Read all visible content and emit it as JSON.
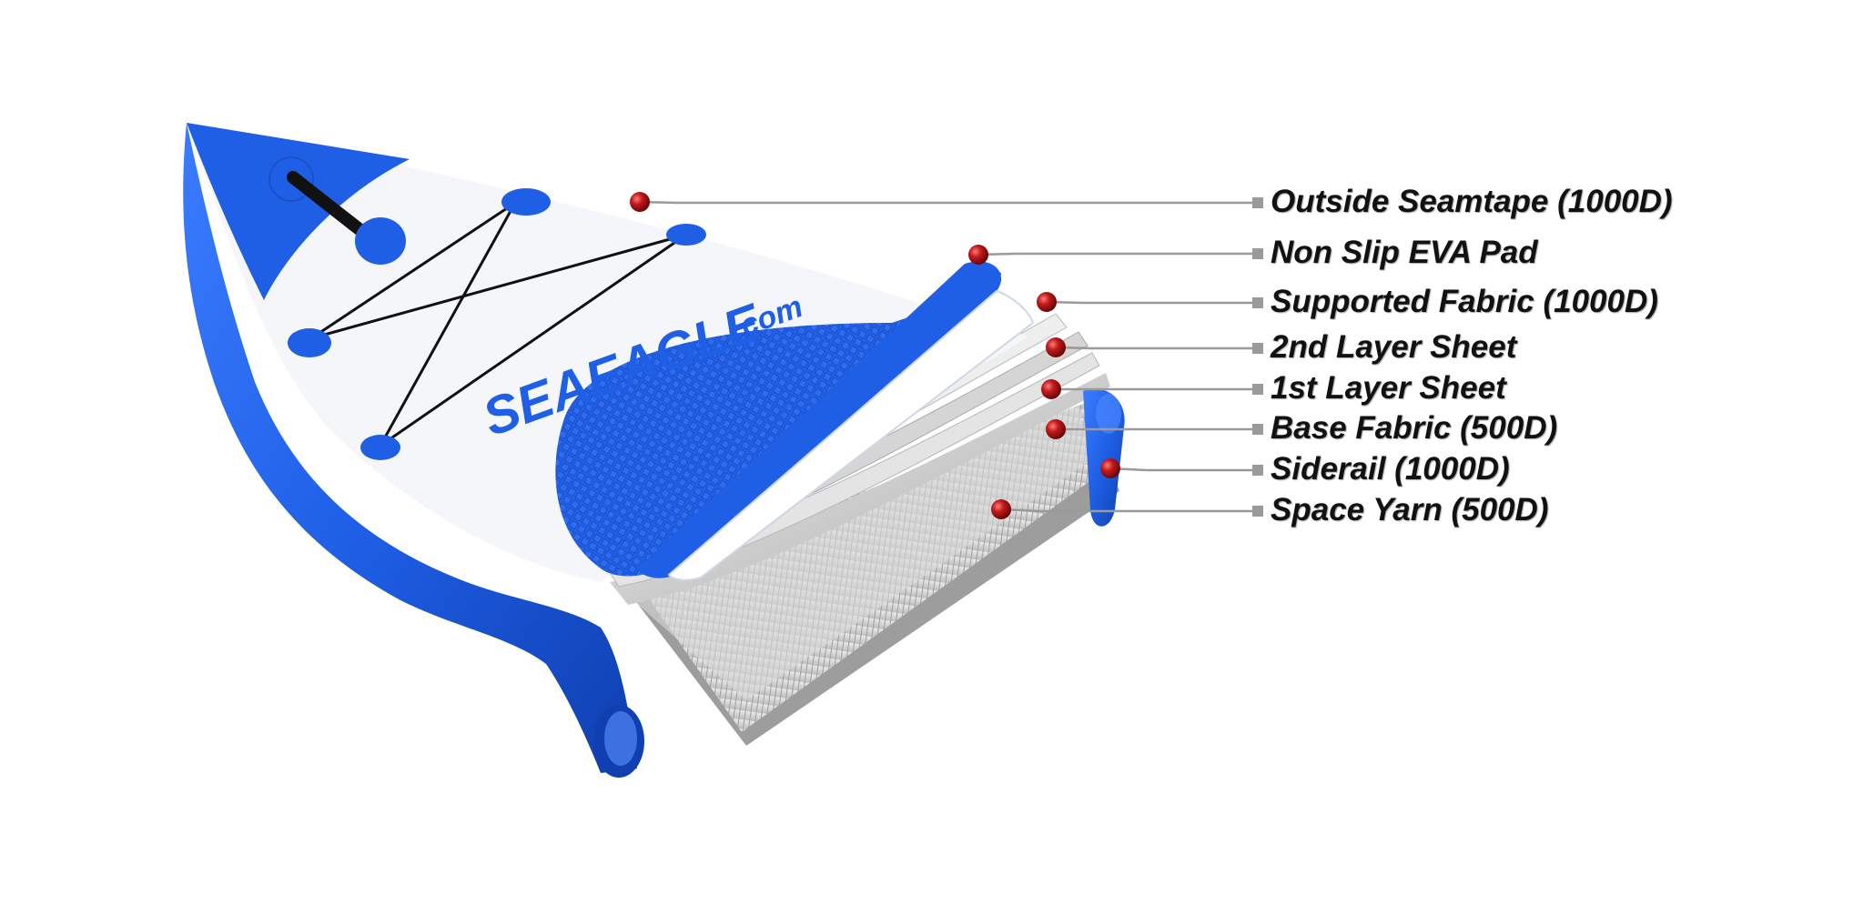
{
  "brand": {
    "logo_text": "SEAEAGLE",
    "logo_suffix": ".com"
  },
  "colors": {
    "board_blue": "#1f5fe6",
    "deck_white": "#f4f6fa",
    "marker_red": "#a31515",
    "leader_gray": "#9a9a9a",
    "label_text": "#111111"
  },
  "callouts": [
    {
      "label": "Outside Seamtape (1000D)"
    },
    {
      "label": "Non Slip EVA Pad"
    },
    {
      "label": "Supported Fabric (1000D)"
    },
    {
      "label": "2nd Layer Sheet"
    },
    {
      "label": "1st Layer Sheet"
    },
    {
      "label": "Base Fabric (500D)"
    },
    {
      "label": "Siderail (1000D)"
    },
    {
      "label": "Space Yarn (500D)"
    }
  ]
}
